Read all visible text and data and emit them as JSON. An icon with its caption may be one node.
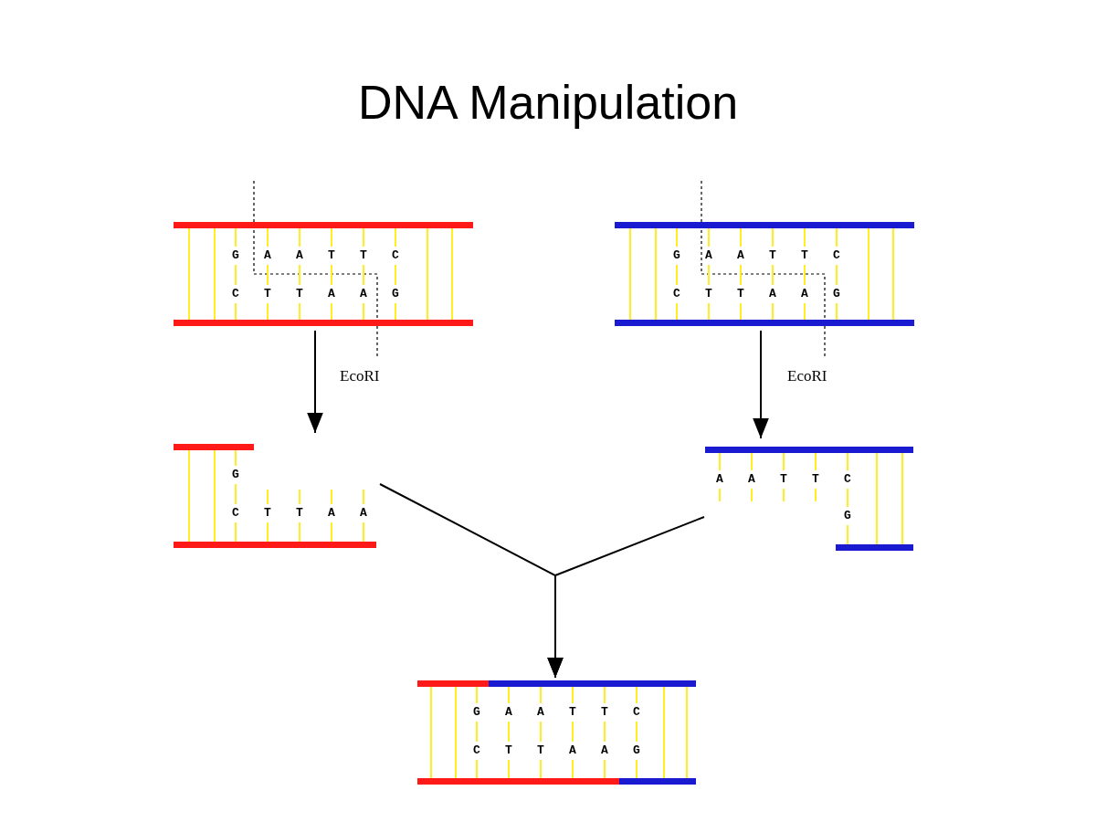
{
  "diagram": {
    "title": "DNA Manipulation",
    "nodes": [
      {
        "text": [
          "G A A T T C",
          "C T T A A G"
        ]
      },
      {
        "text": [
          "G A A T T C",
          "C T T A A G"
        ]
      },
      {
        "text": [
          "G",
          "C T T A A"
        ]
      },
      {
        "text": [
          "A A T T C",
          "G"
        ]
      },
      {
        "text": [
          "G A A T T C",
          "C T T A A G"
        ]
      }
    ],
    "edges": [
      {
        "from": 0,
        "to": 2,
        "arrow": "to"
      },
      {
        "from": 1,
        "to": 3,
        "arrow": "to"
      },
      {
        "from": 2,
        "to": 4,
        "arrow": "to"
      },
      {
        "from": 3,
        "to": 4,
        "arrow": "to"
      }
    ],
    "labels": [
      "EcoRI",
      "EcoRI"
    ]
  }
}
